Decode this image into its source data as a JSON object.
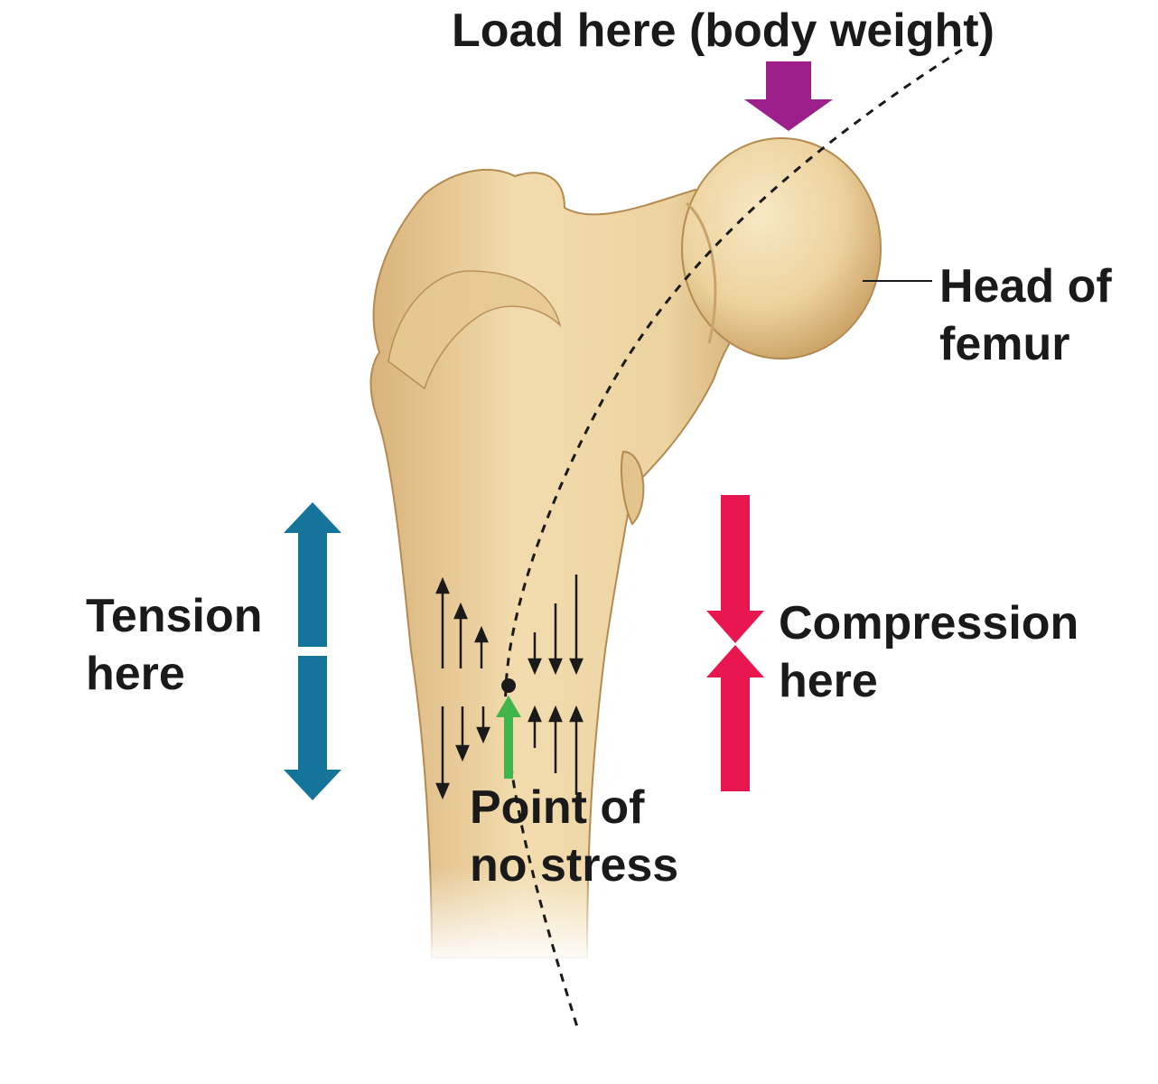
{
  "labels": {
    "load": "Load here (body weight)",
    "head": {
      "line1": "Head of",
      "line2": "femur"
    },
    "tension": {
      "line1": "Tension",
      "line2": "here"
    },
    "compression": {
      "line1": "Compression",
      "line2": "here"
    },
    "no_stress": {
      "line1": "Point of",
      "line2": "no stress"
    }
  },
  "colors": {
    "bone": "#ead3a0",
    "bone_shadow": "#c9a36a",
    "load_arrow": "#9c1f8c",
    "tension_arrow": "#15749a",
    "compression_arrow": "#e8174f",
    "no_stress_arrow": "#3fb54a",
    "stress_line": "#1a1a1a"
  }
}
